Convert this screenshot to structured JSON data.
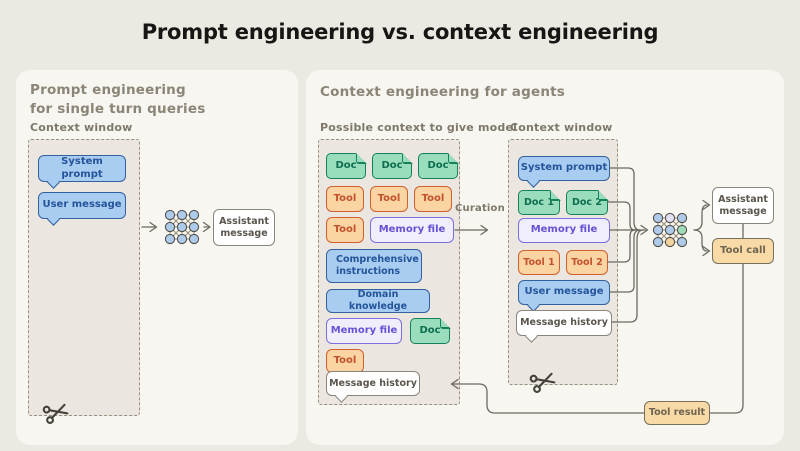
{
  "title": "Prompt engineering vs. context engineering",
  "left": {
    "heading1": "Prompt engineering",
    "heading2": "for single turn queries",
    "context_window_label": "Context window",
    "system_prompt": "System prompt",
    "user_message": "User message",
    "assistant_message": "Assistant message"
  },
  "right": {
    "heading": "Context engineering for agents",
    "pool_label": "Possible context to give model",
    "pool": {
      "doc": "Doc",
      "tool": "Tool",
      "memory_file": "Memory file",
      "comprehensive_instructions": "Comprehensive instructions",
      "domain_knowledge": "Domain knowledge",
      "message_history": "Message history"
    },
    "curation_label": "Curation",
    "context_window_label": "Context window",
    "window": {
      "system_prompt": "System prompt",
      "doc1": "Doc 1",
      "doc2": "Doc 2",
      "memory_file": "Memory file",
      "tool1": "Tool 1",
      "tool2": "Tool 2",
      "user_message": "User message",
      "message_history": "Message history"
    },
    "assistant_message": "Assistant message",
    "tool_call": "Tool call",
    "tool_result": "Tool result"
  },
  "icons": {
    "model": "neural-network-grid",
    "scissors": "context-trimming-scissors"
  },
  "colors": {
    "background": "#ECE8E2",
    "panel": "#F8F6F1",
    "blue_fill": "#A9CDF0",
    "blue_border": "#33619F",
    "green_fill": "#99DDBC",
    "green_border": "#15805C",
    "orange_fill": "#FBD4A4",
    "orange_border": "#D2602F",
    "purple_fill": "#F0EDFC",
    "purple_border": "#7C6FE0",
    "tan_fill": "#F7DAA5",
    "connector": "#6E6961"
  }
}
